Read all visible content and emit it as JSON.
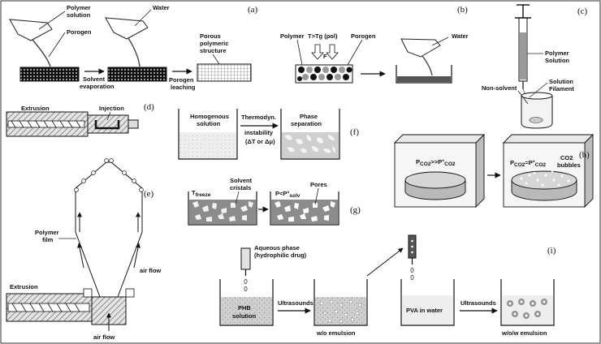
{
  "a": {
    "panel": "(a)",
    "polymer_solution": [
      "Polymer",
      "solution"
    ],
    "porogen": "Porogen",
    "water": "Water",
    "solvent_evaporation": [
      "Solvent",
      "evaporation"
    ],
    "porogen_leaching": [
      "Porogen",
      "leaching"
    ],
    "porous_structure": [
      "Porous",
      "polymeric",
      "structure"
    ]
  },
  "b": {
    "panel": "(b)",
    "polymer": "Polymer",
    "temperature": "T>Tg (pol)",
    "force": "F",
    "porogen": "Porogen",
    "water": "Water"
  },
  "c": {
    "panel": "(c)",
    "polymer_solution": [
      "Polymer",
      "Solution"
    ],
    "non_solvent": "Non-solvent",
    "solution_filament": [
      "Solution",
      "Filament"
    ]
  },
  "d": {
    "panel": "(d)",
    "extrusion": "Extrusion",
    "injection": "Injection"
  },
  "e": {
    "panel": "(e)",
    "polymer_film": [
      "Polymer",
      "film"
    ],
    "air_flow_side": "air flow",
    "extrusion": "Extrusion",
    "air_flow_bottom": "air flow"
  },
  "f": {
    "panel": "(f)",
    "homogenous_solution": [
      "Homogenous",
      "solution"
    ],
    "thermodyn": [
      "Thermodyn.",
      "instability"
    ],
    "delta": "(ΔT or Δμ)",
    "phase_separation": [
      "Phase",
      "separation"
    ]
  },
  "g": {
    "panel": "(g)",
    "t_freeze": "T",
    "t_freeze_sub": "freeze",
    "solvent_cristals": [
      "Solvent",
      "cristals"
    ],
    "p_solv": "P<P°",
    "p_solv_sub": "solv",
    "pores": "Pores"
  },
  "h": {
    "panel": "(h)",
    "p_high": "P",
    "p_high_sub": "CO2",
    "p_high_op": ">>P°",
    "p_high_sub2": "CO2",
    "p_eq": "P",
    "p_eq_sub": "CO2",
    "p_eq_op": "=P°",
    "p_eq_sub2": "CO2",
    "co2_bubbles": [
      "CO2",
      "bubbles"
    ]
  },
  "i": {
    "panel": "(i)",
    "aqueous_phase": [
      "Aqueous phase",
      "(hydrophilic drug)"
    ],
    "phb_solution": [
      "PHB",
      "solution"
    ],
    "ultrasounds_1": "Ultrasounds",
    "wo_emulsion": "w/o emulsion",
    "pva_in_water": "PVA in water",
    "ultrasounds_2": "Ultrasounds",
    "wow_emulsion": "w/o/w emulsion"
  }
}
